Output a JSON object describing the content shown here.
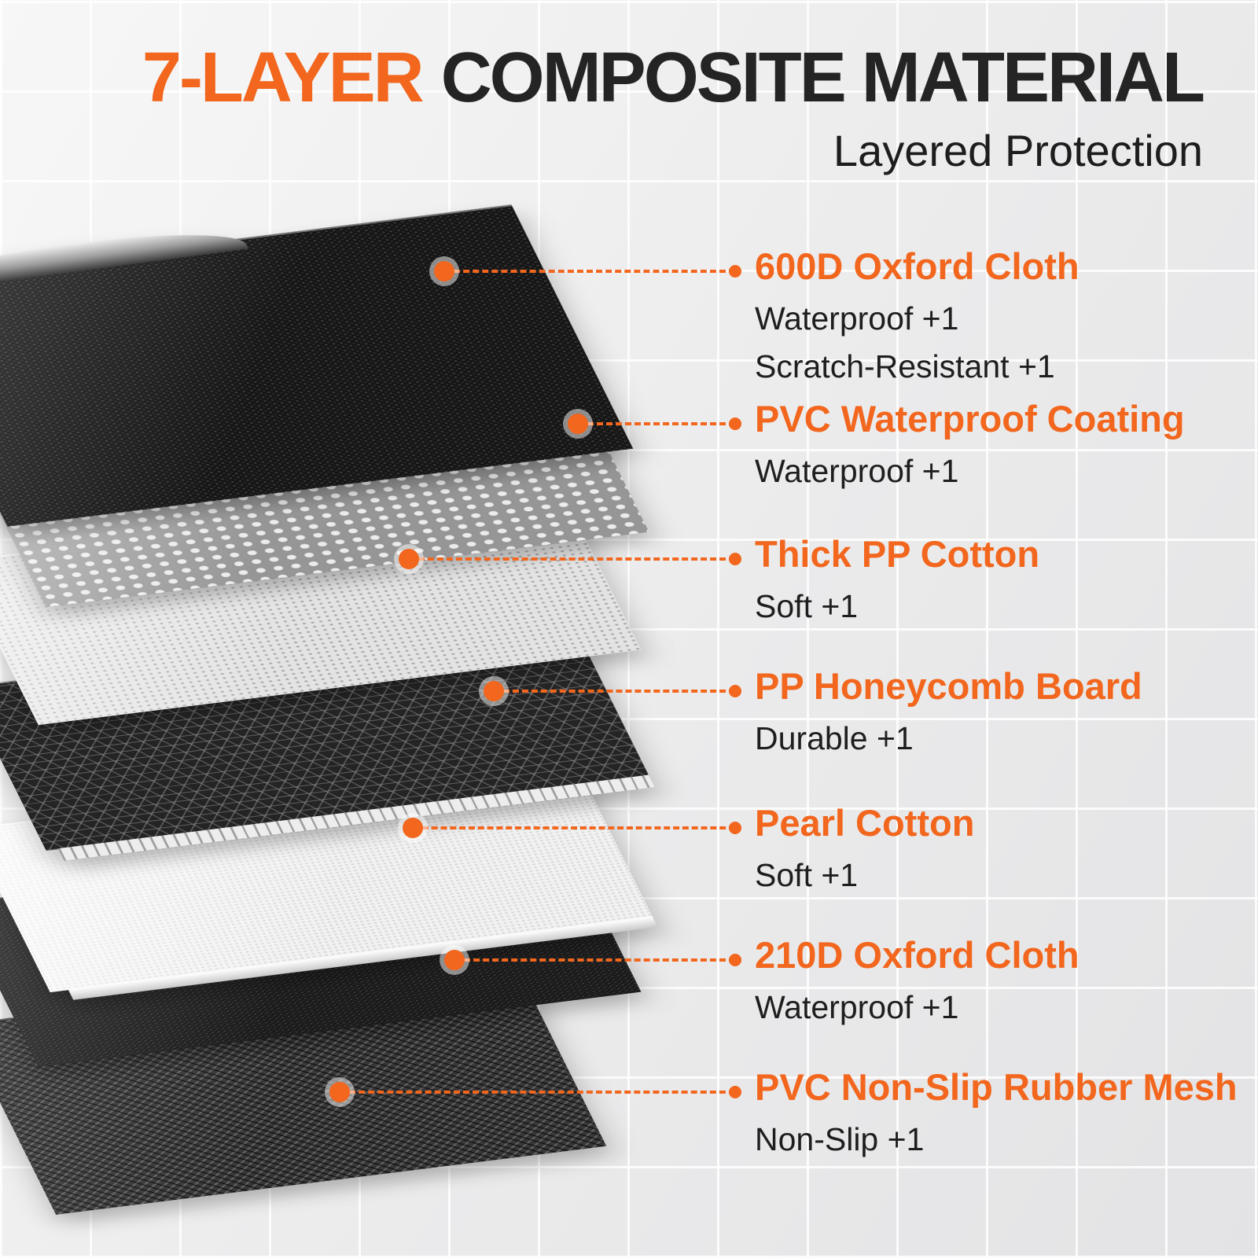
{
  "title": {
    "highlight": "7-LAYER",
    "rest": "COMPOSITE MATERIAL",
    "subtitle": "Layered Protection"
  },
  "colors": {
    "accent": "#f2661d",
    "heading": "#242424",
    "body_text": "#1e1e1e"
  },
  "layers": [
    {
      "name": "600D Oxford Cloth",
      "features": [
        "Waterproof +1",
        "Scratch-Resistant +1"
      ]
    },
    {
      "name": "PVC Waterproof Coating",
      "features": [
        "Waterproof +1"
      ]
    },
    {
      "name": "Thick PP Cotton",
      "features": [
        "Soft +1"
      ]
    },
    {
      "name": "PP Honeycomb Board",
      "features": [
        "Durable +1"
      ]
    },
    {
      "name": "Pearl Cotton",
      "features": [
        "Soft +1"
      ]
    },
    {
      "name": "210D Oxford Cloth",
      "features": [
        "Waterproof +1"
      ]
    },
    {
      "name": "PVC Non-Slip Rubber Mesh",
      "features": [
        "Non-Slip +1"
      ]
    }
  ]
}
